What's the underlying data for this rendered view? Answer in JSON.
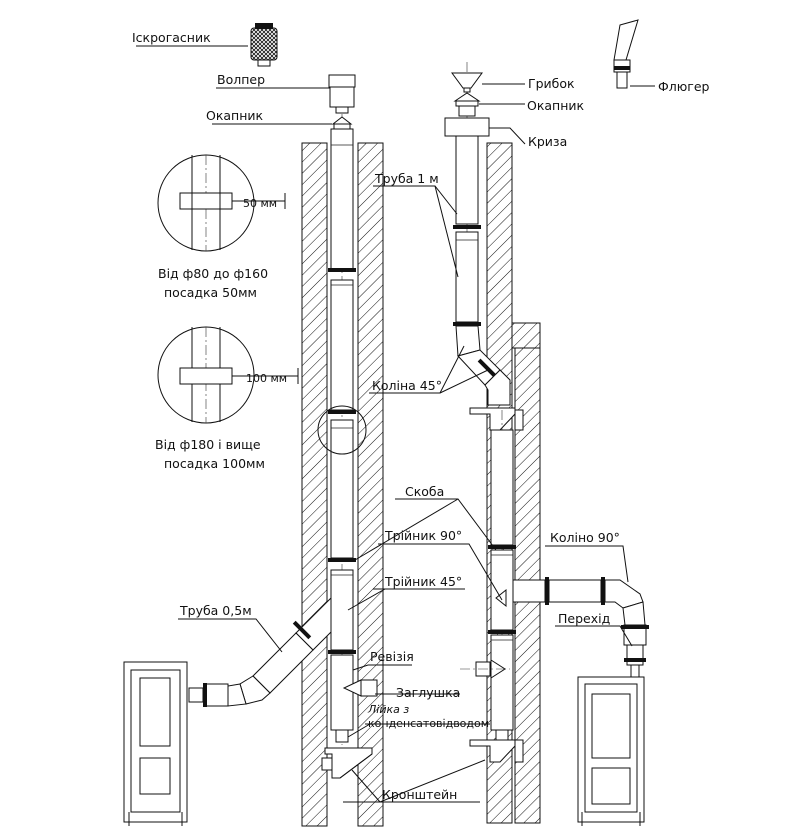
{
  "labels": {
    "iskrogasnyk": "Іскрогасник",
    "volper": "Волпер",
    "okapnyk_left": "Окапник",
    "grybok": "Грибок",
    "okapnyk_right": "Окапник",
    "kryza": "Криза",
    "fluger": "Флюгер",
    "truba_1m": "Труба 1 м",
    "kolina_45": "Коліна 45°",
    "skoba": "Скоба",
    "triynyk_90": "Трійник 90°",
    "koliino_90": "Коліно 90°",
    "triynyk_45": "Трійник 45°",
    "truba_05": "Труба 0,5м",
    "perekhid": "Перехід",
    "reviziya": "Ревізія",
    "zaglushka": "Заглушка",
    "liyka_line1": "Лійка з",
    "liyka_line2": "конденсатовідводом",
    "kronshteyn": "Кронштейн"
  },
  "details": {
    "fit50": {
      "dimension": "50 мм",
      "caption_line1": "Від ф80 до ф160",
      "caption_line2": "посадка 50мм"
    },
    "fit100": {
      "dimension": "100 мм",
      "caption_line1": "Від ф180 і вище",
      "caption_line2": "посадка 100мм"
    }
  }
}
